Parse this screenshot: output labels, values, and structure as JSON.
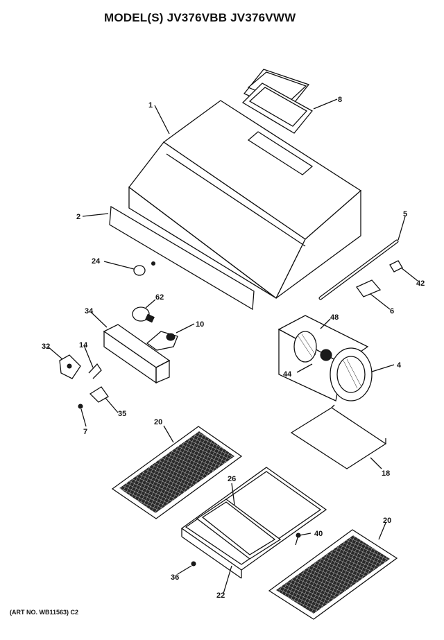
{
  "header": {
    "title": "MODEL(S) JV376VBB  JV376VWW"
  },
  "footer": {
    "art_number": "(ART NO. WB11563) C2"
  },
  "callouts": {
    "c1": "1",
    "c2": "2",
    "c4": "4",
    "c5": "5",
    "c6": "6",
    "c7": "7",
    "c8": "8",
    "c10": "10",
    "c14": "14",
    "c18": "18",
    "c20a": "20",
    "c20b": "20",
    "c22": "22",
    "c24": "24",
    "c26": "26",
    "c32": "32",
    "c34": "34",
    "c35": "35",
    "c36": "36",
    "c40": "40",
    "c42": "42",
    "c44": "44",
    "c48": "48",
    "c62": "62"
  }
}
